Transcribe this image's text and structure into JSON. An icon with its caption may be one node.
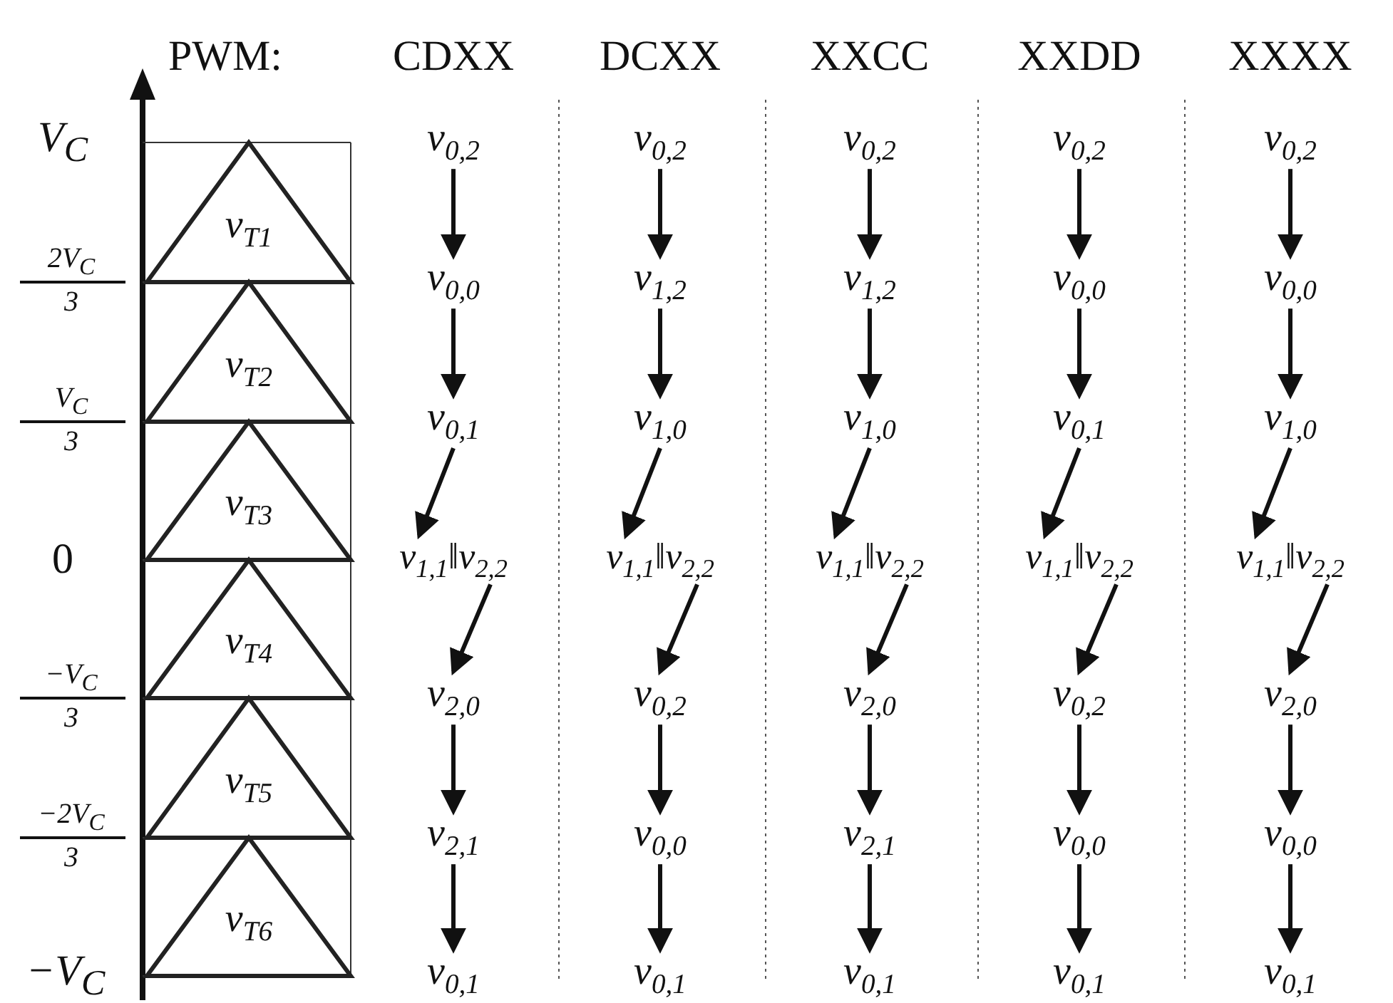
{
  "diagram": {
    "nodes": [
      {
        "text": [
          "v$_{T1}$"
        ]
      },
      {
        "text": [
          "v$_{T2}$"
        ]
      },
      {
        "text": [
          "v$_{T3}$"
        ]
      },
      {
        "text": [
          "v$_{T4}$"
        ]
      },
      {
        "text": [
          "v$_{T5}$"
        ]
      },
      {
        "text": [
          "v$_{T6}$"
        ]
      },
      {
        "text": [
          "v$_{0,2}$"
        ]
      },
      {
        "text": [
          "v$_{0,0}$"
        ]
      },
      {
        "text": [
          "v$_{0,1}$"
        ]
      },
      {
        "text": [
          "v$_{1,1}$‖v$_{2,2}$"
        ]
      },
      {
        "text": [
          "v$_{2,0}$"
        ]
      },
      {
        "text": [
          "v$_{2,1}$"
        ]
      },
      {
        "text": [
          "v$_{0,1}$"
        ]
      },
      {
        "text": [
          "v$_{0,2}$"
        ]
      },
      {
        "text": [
          "v$_{1,2}$"
        ]
      },
      {
        "text": [
          "v$_{1,0}$"
        ]
      },
      {
        "text": [
          "v$_{1,1}$‖v$_{2,2}$"
        ]
      },
      {
        "text": [
          "v$_{0,2}$"
        ]
      },
      {
        "text": [
          "v$_{0,0}$"
        ]
      },
      {
        "text": [
          "v$_{0,1}$"
        ]
      },
      {
        "text": [
          "v$_{0,2}$"
        ]
      },
      {
        "text": [
          "v$_{1,2}$"
        ]
      },
      {
        "text": [
          "v$_{1,0}$"
        ]
      },
      {
        "text": [
          "v$_{1,1}$‖v$_{2,2}$"
        ]
      },
      {
        "text": [
          "v$_{2,0}$"
        ]
      },
      {
        "text": [
          "v$_{2,1}$"
        ]
      },
      {
        "text": [
          "v$_{0,1}$"
        ]
      },
      {
        "text": [
          "v$_{0,2}$"
        ]
      },
      {
        "text": [
          "v$_{0,0}$"
        ]
      },
      {
        "text": [
          "v$_{0,1}$"
        ]
      },
      {
        "text": [
          "v$_{1,1}$‖v$_{2,2}$"
        ]
      },
      {
        "text": [
          "v$_{0,2}$"
        ]
      },
      {
        "text": [
          "v$_{0,0}$"
        ]
      },
      {
        "text": [
          "v$_{0,1}$"
        ]
      },
      {
        "text": [
          "v$_{0,2}$"
        ]
      },
      {
        "text": [
          "v$_{0,0}$"
        ]
      },
      {
        "text": [
          "v$_{1,0}$"
        ]
      },
      {
        "text": [
          "v$_{1,1}$‖v$_{2,2}$"
        ]
      },
      {
        "text": [
          "v$_{2,0}$"
        ]
      },
      {
        "text": [
          "v$_{0,0}$"
        ]
      },
      {
        "text": [
          "v$_{0,1}$"
        ]
      }
    ],
    "edges": [
      {
        "from": 6,
        "to": 7,
        "arrow": "to"
      },
      {
        "from": 7,
        "to": 8,
        "arrow": "to"
      },
      {
        "from": 8,
        "to": 9,
        "arrow": "to"
      },
      {
        "from": 9,
        "to": 10,
        "arrow": "to"
      },
      {
        "from": 10,
        "to": 11,
        "arrow": "to"
      },
      {
        "from": 11,
        "to": 12,
        "arrow": "to"
      },
      {
        "from": 13,
        "to": 14,
        "arrow": "to"
      },
      {
        "from": 14,
        "to": 15,
        "arrow": "to"
      },
      {
        "from": 15,
        "to": 16,
        "arrow": "to"
      },
      {
        "from": 16,
        "to": 17,
        "arrow": "to"
      },
      {
        "from": 17,
        "to": 18,
        "arrow": "to"
      },
      {
        "from": 18,
        "to": 19,
        "arrow": "to"
      },
      {
        "from": 20,
        "to": 21,
        "arrow": "to"
      },
      {
        "from": 21,
        "to": 22,
        "arrow": "to"
      },
      {
        "from": 22,
        "to": 23,
        "arrow": "to"
      },
      {
        "from": 23,
        "to": 24,
        "arrow": "to"
      },
      {
        "from": 24,
        "to": 25,
        "arrow": "to"
      },
      {
        "from": 25,
        "to": 26,
        "arrow": "to"
      },
      {
        "from": 27,
        "to": 28,
        "arrow": "to"
      },
      {
        "from": 28,
        "to": 29,
        "arrow": "to"
      },
      {
        "from": 29,
        "to": 30,
        "arrow": "to"
      },
      {
        "from": 30,
        "to": 31,
        "arrow": "to"
      },
      {
        "from": 31,
        "to": 32,
        "arrow": "to"
      },
      {
        "from": 32,
        "to": 33,
        "arrow": "to"
      },
      {
        "from": 34,
        "to": 35,
        "arrow": "to"
      },
      {
        "from": 35,
        "to": 36,
        "arrow": "to"
      },
      {
        "from": 36,
        "to": 37,
        "arrow": "to"
      },
      {
        "from": 37,
        "to": 38,
        "arrow": "to"
      },
      {
        "from": 38,
        "to": 39,
        "arrow": "to"
      },
      {
        "from": 39,
        "to": 40,
        "arrow": "to"
      }
    ],
    "labels": [
      "PWM:",
      "CDXX",
      "DCXX",
      "XXCC",
      "XXDD",
      "XXXX",
      "V$_{C}$",
      "2V$_{C}$",
      "3",
      "V$_{C}$",
      "3",
      "0",
      "−V$_{C}$",
      "3",
      "−2V$_{C}$",
      "3",
      "−V$_{C}$"
    ]
  }
}
